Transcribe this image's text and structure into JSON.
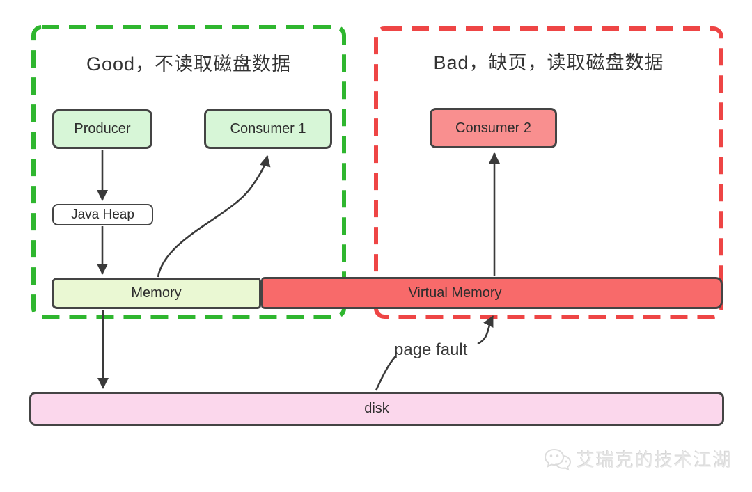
{
  "colors": {
    "green_dash": "#2fb62f",
    "red_dash": "#ee4545",
    "node_green": "#d7f6d7",
    "node_red": "#f98f8f",
    "memory": "#eaf8d3",
    "vmem": "#f86a6a",
    "disk": "#fbd7ec",
    "node_border": "#444444",
    "line": "#3a3a3a",
    "text": "#333333",
    "watermark": "#e6e6e6"
  },
  "regions": {
    "good": {
      "title": "Good，不读取磁盘数据"
    },
    "bad": {
      "title": "Bad，缺页，读取磁盘数据"
    }
  },
  "nodes": {
    "producer": {
      "label": "Producer"
    },
    "consumer1": {
      "label": "Consumer 1"
    },
    "consumer2": {
      "label": "Consumer 2"
    },
    "java_heap": {
      "label": "Java Heap"
    },
    "memory": {
      "label": "Memory"
    },
    "virtual_memory": {
      "label": "Virtual Memory"
    },
    "disk": {
      "label": "disk"
    }
  },
  "annotations": {
    "page_fault": {
      "label": "page fault"
    }
  },
  "watermark": {
    "text": "艾瑞克的技术江湖",
    "icon": "wechat-icon"
  }
}
